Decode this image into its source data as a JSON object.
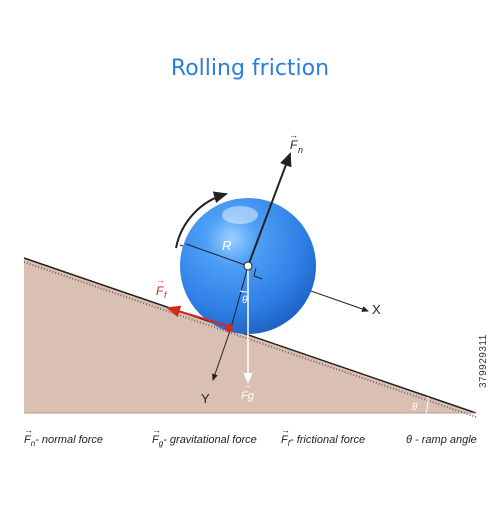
{
  "title": "Rolling friction",
  "labels": {
    "normal_force": "F",
    "normal_sub": "n",
    "friction_force": "F",
    "friction_sub": "f",
    "gravity_force": "Fg",
    "radius": "R",
    "angle_at_ball": "θ",
    "angle_at_ramp": "θ",
    "axis_x": "X",
    "axis_y": "Y"
  },
  "legend": [
    {
      "symbol": "F",
      "sub": "n",
      "text": "- normal force"
    },
    {
      "symbol": "F",
      "sub": "g",
      "text": "- gravitational force"
    },
    {
      "symbol": "F",
      "sub": "f",
      "text": "- frictional force"
    },
    {
      "symbol": "θ",
      "sub": "",
      "text": " - ramp angle"
    }
  ],
  "watermark": "379929311",
  "colors": {
    "title": "#2a7de1",
    "ramp_fill": "#d9c0b2",
    "ball": "#2f7fe6",
    "friction": "#d22a1e",
    "axes": "#222222"
  }
}
